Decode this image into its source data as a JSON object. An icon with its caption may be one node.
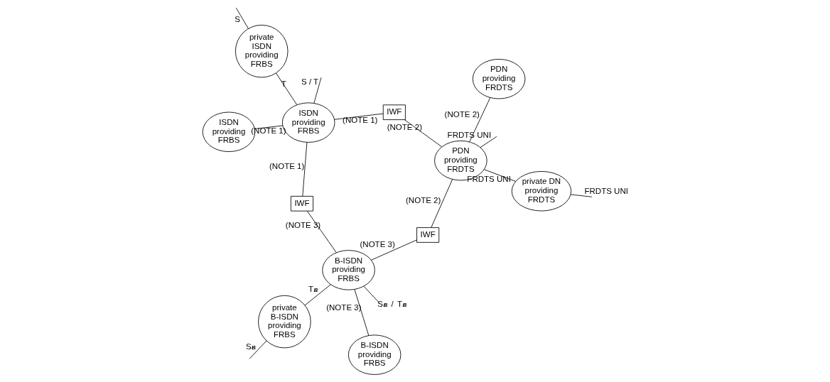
{
  "diagram": {
    "nodes": [
      {
        "text": [
          "ISDN providing FRBS"
        ]
      },
      {
        "text": [
          "ISDN providing FRBS"
        ]
      },
      {
        "text": [
          "private ISDN providing FRBS"
        ]
      },
      {
        "text": [
          "IWF"
        ]
      },
      {
        "text": [
          "PDN providing FRDTS"
        ]
      },
      {
        "text": [
          "PDN providing FRDTS"
        ]
      },
      {
        "text": [
          "IWF"
        ]
      },
      {
        "text": [
          "IWF"
        ]
      },
      {
        "text": [
          "private DN providing FRDTS"
        ]
      },
      {
        "text": [
          "B-ISDN providing FRBS"
        ]
      },
      {
        "text": [
          "B-ISDN providing FRBS"
        ]
      },
      {
        "text": [
          "private B-ISDN providing FRBS"
        ]
      }
    ],
    "edges": [
      {
        "from": 0,
        "to": 1,
        "arrow": "none",
        "label": "(NOTE 1)"
      },
      {
        "from": null,
        "to": 1,
        "arrow": "none",
        "label": "S / T"
      },
      {
        "from": 1,
        "to": 3,
        "arrow": "none",
        "label": "(NOTE 1)"
      },
      {
        "from": 3,
        "to": 4,
        "arrow": "none",
        "label": "(NOTE 2)"
      },
      {
        "from": 4,
        "to": 5,
        "arrow": "none",
        "label": "(NOTE 2)"
      },
      {
        "from": 4,
        "to": null,
        "arrow": "none",
        "label": "FRDTS UNI"
      },
      {
        "from": 1,
        "to": 2,
        "arrow": "none",
        "label": "T"
      },
      {
        "from": null,
        "to": 2,
        "arrow": "none",
        "label": "S"
      },
      {
        "from": 1,
        "to": 6,
        "arrow": "none",
        "label": "(NOTE 1)"
      },
      {
        "from": 6,
        "to": 9,
        "arrow": "none",
        "label": "(NOTE 3)"
      },
      {
        "from": 9,
        "to": 7,
        "arrow": "none",
        "label": "(NOTE 3)"
      },
      {
        "from": 7,
        "to": 4,
        "arrow": "none",
        "label": "(NOTE 2)"
      },
      {
        "from": 4,
        "to": 8,
        "arrow": "none",
        "label": "FRDTS UNI"
      },
      {
        "from": 8,
        "to": null,
        "arrow": "none",
        "label": "FRDTS UNI"
      },
      {
        "from": 9,
        "to": 10,
        "arrow": "none",
        "label": "(NOTE 3)"
      },
      {
        "from": 9,
        "to": null,
        "arrow": "none",
        "label": "S$_{B}$ / T$_{B}$"
      },
      {
        "from": 9,
        "to": 11,
        "arrow": "none",
        "label": "T$_{B}$"
      },
      {
        "from": 11,
        "to": null,
        "arrow": "none",
        "label": "S$_{B}$"
      }
    ]
  }
}
